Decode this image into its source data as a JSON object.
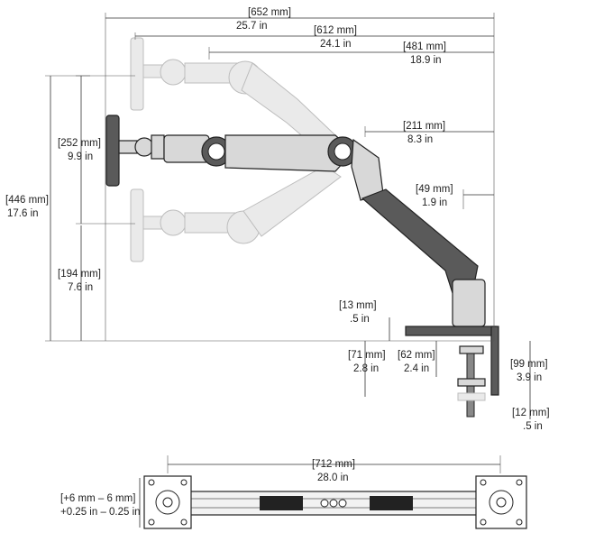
{
  "dimensions": {
    "overall_reach": {
      "mm": "[652 mm]",
      "in": "25.7 in"
    },
    "arm_reach": {
      "mm": "[612 mm]",
      "in": "24.1 in"
    },
    "forearm_reach": {
      "mm": "[481 mm]",
      "in": "18.9 in"
    },
    "pole_offset": {
      "mm": "[211 mm]",
      "in": "8.3 in"
    },
    "base_offset": {
      "mm": "[49 mm]",
      "in": "1.9 in"
    },
    "vertical_travel": {
      "mm": "[446 mm]",
      "in": "17.6 in"
    },
    "tilt_range": {
      "mm": "[252 mm]",
      "in": "9.9 in"
    },
    "min_height": {
      "mm": "[194 mm]",
      "in": "7.6 in"
    },
    "base_thickness": {
      "mm": "[13 mm]",
      "in": ".5 in"
    },
    "clamp_depth": {
      "mm": "[71 mm]",
      "in": "2.8 in"
    },
    "clamp_width": {
      "mm": "[62 mm]",
      "in": "2.4 in"
    },
    "clamp_range": {
      "mm": "[99 mm]",
      "in": "3.9 in"
    },
    "clamp_min": {
      "mm": "[12 mm]",
      "in": ".5 in"
    },
    "bar_span": {
      "mm": "[712 mm]",
      "in": "28.0 in"
    },
    "bar_adjust": {
      "mm": "[+6 mm – 6 mm]",
      "in": "+0.25 in – 0.25 in"
    }
  }
}
